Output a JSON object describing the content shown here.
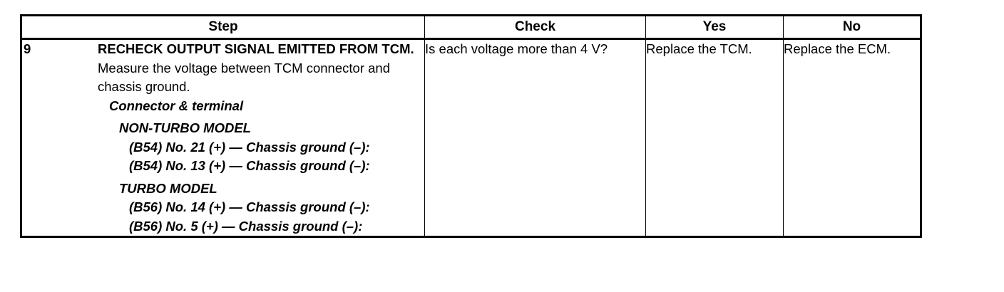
{
  "table": {
    "headers": {
      "step": "Step",
      "check": "Check",
      "yes": "Yes",
      "no": "No"
    },
    "row": {
      "step_number": "9",
      "title": "RECHECK OUTPUT SIGNAL EMITTED FROM TCM.",
      "instruction": "Measure the voltage between TCM connector and chassis ground.",
      "connector_heading": "Connector & terminal",
      "models": [
        {
          "name": "NON-TURBO MODEL",
          "terminals": [
            "(B54) No. 21 (+) — Chassis ground (–):",
            "(B54) No. 13 (+) — Chassis ground (–):"
          ]
        },
        {
          "name": "TURBO MODEL",
          "terminals": [
            "(B56) No. 14 (+) — Chassis ground (–):",
            "(B56) No. 5 (+) — Chassis ground (–):"
          ]
        }
      ],
      "check": "Is each voltage more than 4 V?",
      "yes": "Replace the TCM.",
      "no": "Replace the ECM."
    }
  }
}
